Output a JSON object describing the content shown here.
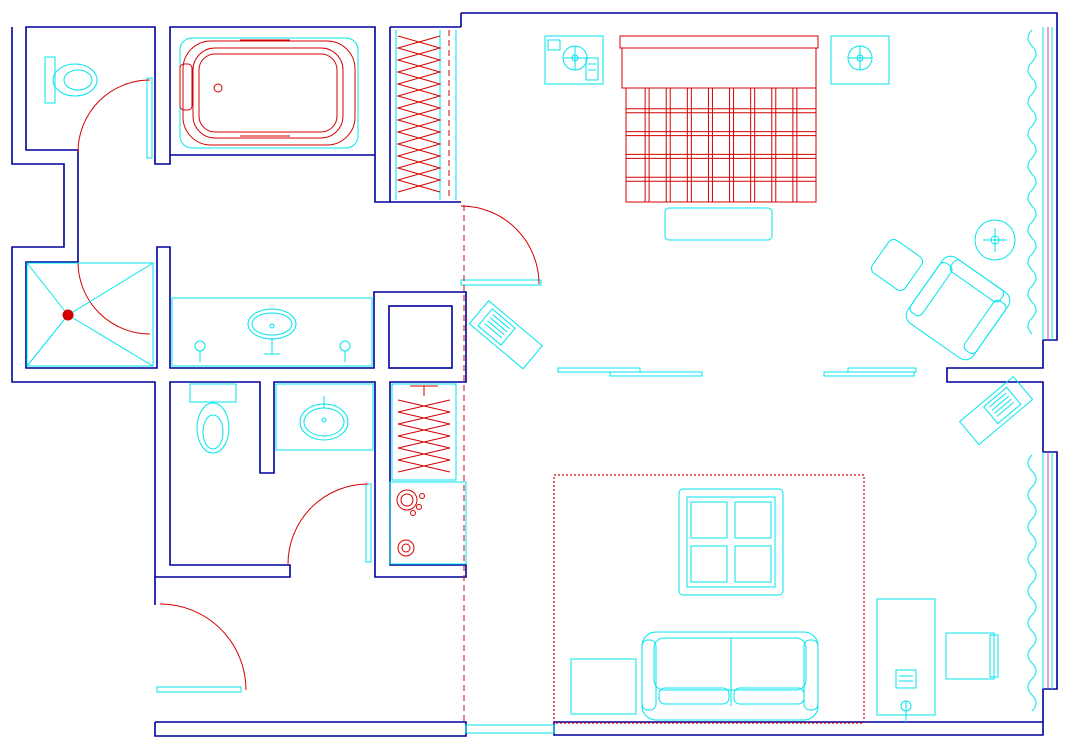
{
  "colors": {
    "background": "#ffffff",
    "wall": "#00009e",
    "fixture": "#00e5ee",
    "accent": "#d40000",
    "glass": "#d43fa0"
  },
  "legend_items": [],
  "rooms": [
    {
      "id": "wc-upper",
      "fixtures": [
        "toilet-icon"
      ]
    },
    {
      "id": "bathtub-room",
      "fixtures": [
        "bathtub-icon"
      ]
    },
    {
      "id": "shower",
      "fixtures": [
        "shower-drain-icon"
      ]
    },
    {
      "id": "vanity",
      "fixtures": [
        "double-sink-icon",
        "faucet-icon"
      ]
    },
    {
      "id": "wc-lower",
      "fixtures": [
        "toilet-icon",
        "sink-icon"
      ]
    },
    {
      "id": "wardrobe-upper",
      "fixtures": [
        "hanger-icon"
      ]
    },
    {
      "id": "wardrobe-lower",
      "fixtures": [
        "hanger-icon",
        "safe-icon"
      ]
    },
    {
      "id": "bedroom",
      "fixtures": [
        "bed-icon",
        "nightstand-icon",
        "telephone-icon",
        "armchair-icon",
        "side-table-icon",
        "tv-cabinet-icon",
        "curtain-icon"
      ]
    },
    {
      "id": "living-room",
      "fixtures": [
        "sofa-icon",
        "coffee-table-icon",
        "desk-icon",
        "chair-icon",
        "rug-icon",
        "tv-cabinet-icon",
        "curtain-icon"
      ]
    }
  ]
}
